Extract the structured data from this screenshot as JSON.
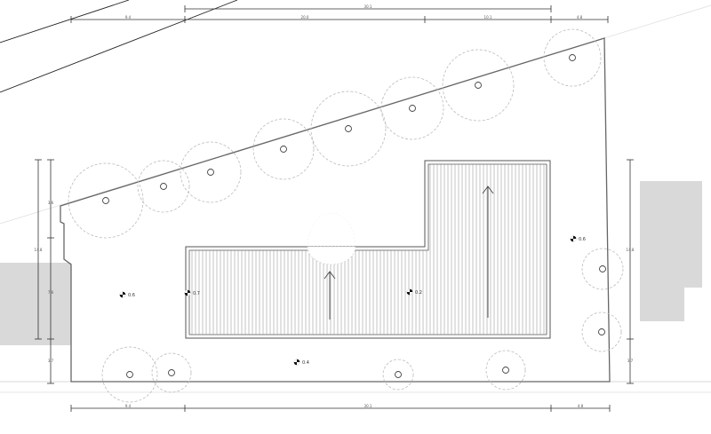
{
  "dimensions": {
    "top_overall": "30.1",
    "top_segments": [
      "9.4",
      "20.0",
      "10.1",
      "4.8"
    ],
    "bottom_segments": [
      "9.4",
      "30.1",
      "4.8"
    ],
    "left_outer": "14.8",
    "left_inner": [
      "3.6",
      "7.6",
      "3.7"
    ],
    "right": [
      "14.8",
      "3.7"
    ]
  },
  "spot_elevations": [
    "0.6",
    "0.7",
    "0.2",
    "0.4",
    "0.6"
  ],
  "colors": {
    "neighbor_building": "#d9d9d9",
    "line": "#555555",
    "tree": "#bbbbbb"
  }
}
